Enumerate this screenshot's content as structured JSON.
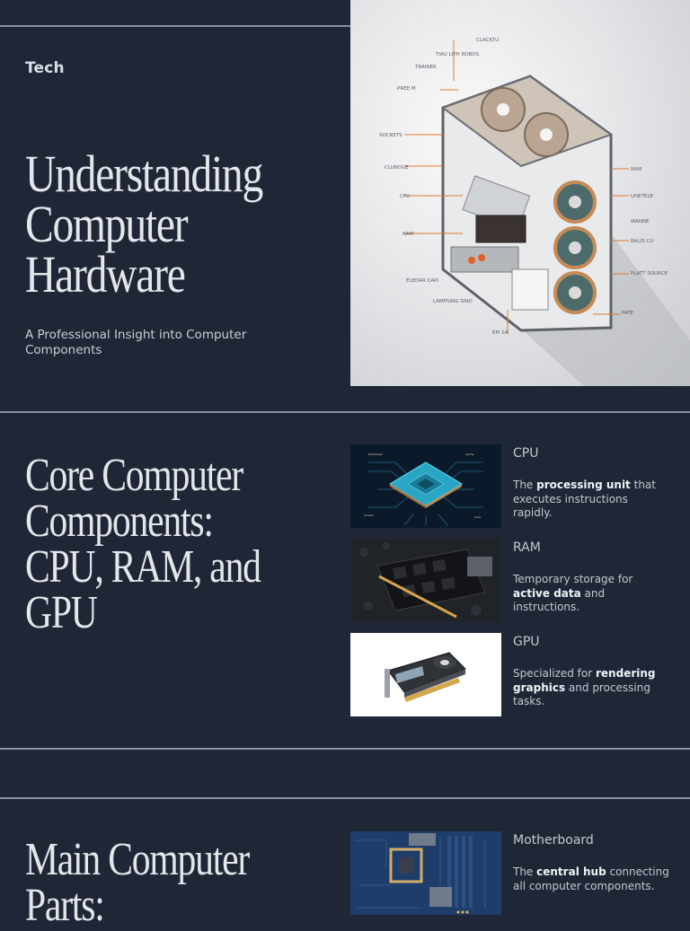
{
  "header": {
    "brand": "Tech"
  },
  "hero": {
    "title_lines": [
      "Understanding",
      "Computer",
      "Hardware"
    ],
    "subtitle": "A Professional Insight into Computer Components",
    "image": {
      "description": "Isometric cutaway illustration of a PC tower case with fans and labeled callouts",
      "callout_accent": "#e07a2f"
    }
  },
  "core_section": {
    "title_lines": [
      "Core Computer",
      "Components:",
      "CPU, RAM, and",
      "GPU"
    ],
    "cards": [
      {
        "name": "CPU",
        "desc_before": "The ",
        "desc_bold": "processing unit",
        "desc_after": " that executes instructions rapidly.",
        "image": "cpu-chip-illustration"
      },
      {
        "name": "RAM",
        "desc_before": "Temporary storage for ",
        "desc_bold": "active data",
        "desc_after": " and instructions.",
        "image": "ram-module-photo"
      },
      {
        "name": "GPU",
        "desc_before": "Specialized for ",
        "desc_bold": "rendering graphics",
        "desc_after": " and processing tasks.",
        "image": "graphics-card-photo"
      }
    ]
  },
  "main_section": {
    "title_lines": [
      "Main Computer",
      "Parts:"
    ],
    "cards": [
      {
        "name": "Motherboard",
        "desc_before": "The ",
        "desc_bold": "central hub",
        "desc_after": " connecting all computer components.",
        "image": "motherboard-photo"
      }
    ]
  },
  "theme": {
    "background": "#1f2737",
    "divider": "#8a93a3",
    "text": "#e4e6ea"
  }
}
